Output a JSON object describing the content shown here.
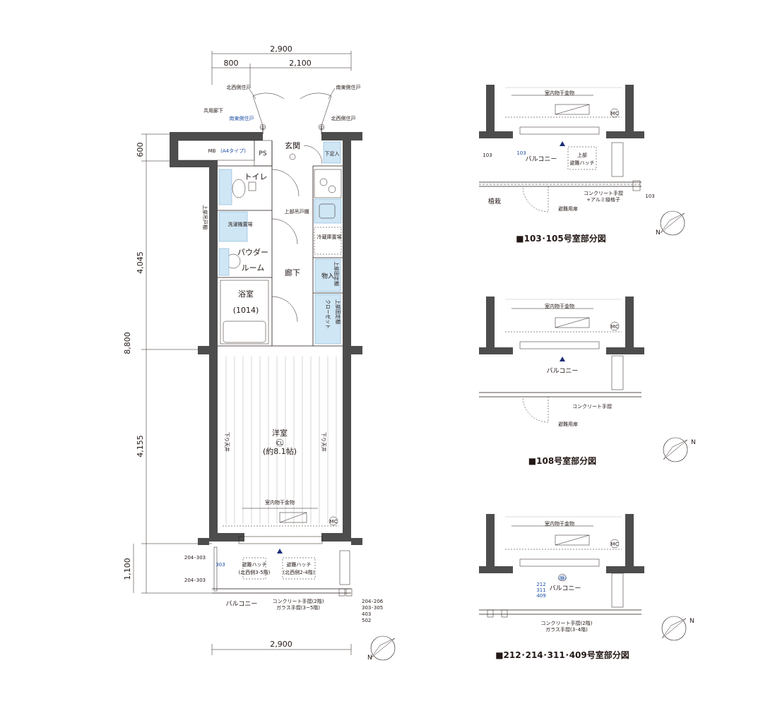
{
  "main_plan": {
    "dims": {
      "top_total": "2,900",
      "top_left": "800",
      "top_right": "2,100",
      "bottom_total": "2,900",
      "left_total": "8,800",
      "left_600": "600",
      "left_4045": "4,045",
      "left_4155": "4,155",
      "left_1100": "1,100"
    },
    "doors": {
      "hokusei_top": "北西側住戸",
      "nantou_top": "南東側住戸",
      "kyoyo": "共用廊下",
      "nantou_lower": "南東側住戸",
      "hokusei_lower": "北西側住戸",
      "marker": "①"
    },
    "rooms": {
      "mb": "MB",
      "mb_type": "(A4タイプ)",
      "ps": "PS",
      "genkan": "玄関",
      "shoebox": "下足入",
      "toilet": "トイレ",
      "upper_cab": "上部吊戸棚",
      "upper_kabedan": "上部吊戸棚",
      "laundry": "洗濯機置場",
      "fridge": "冷蔵庫置場",
      "powder": "パウダー",
      "room": "ルーム",
      "hall": "廊下",
      "storage": "物入",
      "upper_shelf1": "上部固定棚",
      "bath": "浴室",
      "bath_size": "(1014)",
      "closet": "クローゼット",
      "upper_shelf2": "上部固定棚",
      "western": "洋室",
      "western_size": "(約8.1帖)",
      "cl": "CL",
      "sagari_l": "下り天井",
      "sagari_r": "下り天井",
      "hoshi": "室内物干金物",
      "mc": "MC",
      "balcony": "バルコニー"
    },
    "annotations": {
      "n204_303_a": "204･303",
      "n303": "303",
      "hatch1": "避難ハッチ",
      "hatch1_sub": "(北西側3-5階)",
      "hatch2": "避難ハッチ",
      "hatch2_sub": "(北西側2-4階)",
      "n204_303_b": "204･303",
      "rail1": "コンクリート手摺(2階)",
      "rail2": "ガラス手摺(3~5階)",
      "units1": "204･206",
      "units2": "303･305",
      "units3": "403",
      "units4": "502"
    }
  },
  "detail_103": {
    "caption": "■103･105号室部分図",
    "hoshi": "室内物干金物",
    "mc": "MC",
    "n103_left": "103",
    "n103_blue": "103",
    "balcony": "バルコニー",
    "upper": "上部",
    "hatch": "避難ハッチ",
    "rail": "コンクリート手摺",
    "rail_sub": "+アルミ縦格子",
    "n103_right": "103",
    "planting": "植栽",
    "door": "避難用扉"
  },
  "detail_108": {
    "caption": "■108号室部分図",
    "hoshi": "室内物干金物",
    "mc": "MC",
    "balcony": "バルコニー",
    "rail": "コンクリート手摺",
    "door": "避難用扉"
  },
  "detail_212": {
    "caption": "■212･214･311･409号室部分図",
    "hoshi": "室内物干金物",
    "mc": "MC",
    "n212": "212",
    "n311": "311",
    "n409": "409",
    "balcony": "バルコニー",
    "rail": "コンクリート手摺(2階)",
    "rail_sub": "ガラス手摺(3･4階)",
    "mark": "(鏡)"
  },
  "compass": {
    "n": "N"
  }
}
